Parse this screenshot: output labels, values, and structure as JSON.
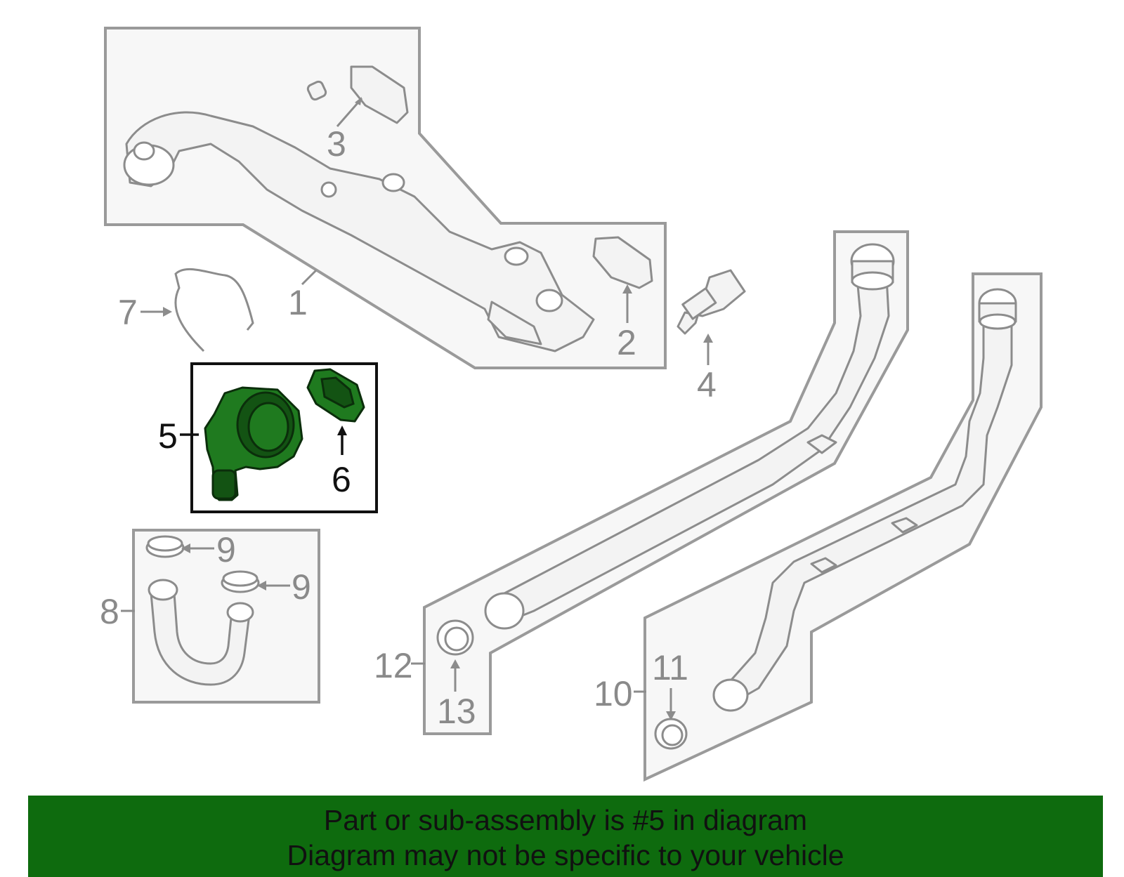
{
  "callouts": {
    "c1": "1",
    "c2": "2",
    "c3": "3",
    "c4": "4",
    "c5": "5",
    "c6": "6",
    "c7": "7",
    "c8": "8",
    "c9a": "9",
    "c9b": "9",
    "c10": "10",
    "c11": "11",
    "c12": "12",
    "c13": "13"
  },
  "banner": {
    "line1": "Part or sub-assembly is #5 in diagram",
    "line2": "Diagram may not be specific to your vehicle"
  },
  "colors": {
    "highlight": "#1f7a1f",
    "banner": "#0e6b0e",
    "outline": "#9a9a9a"
  }
}
